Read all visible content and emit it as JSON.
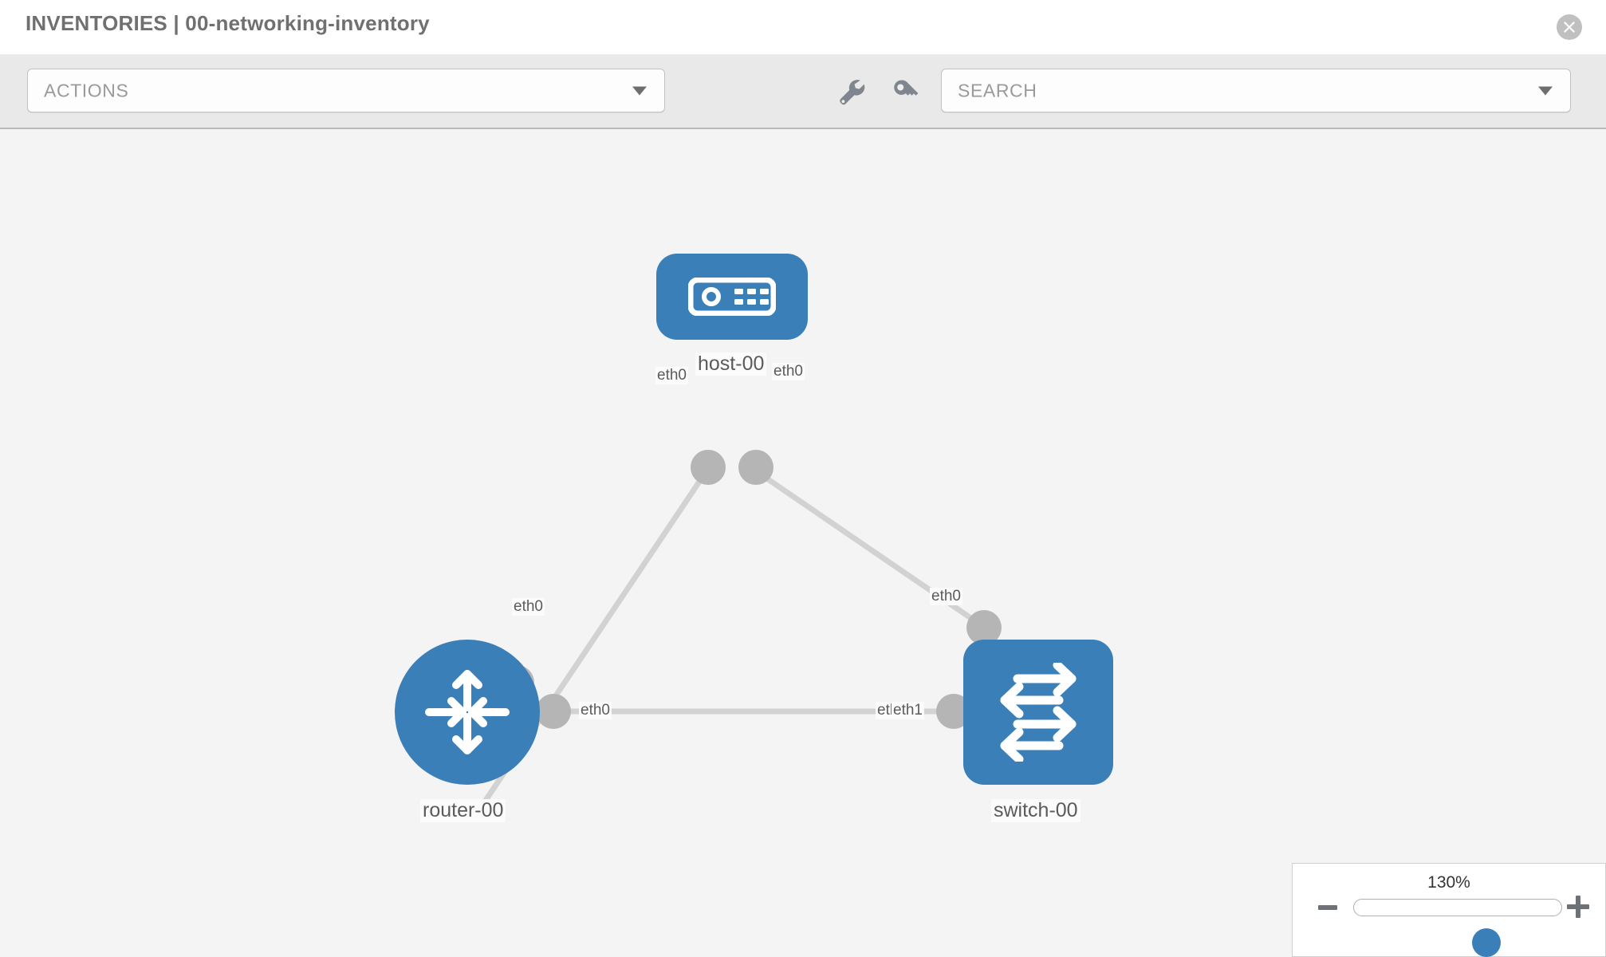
{
  "header": {
    "title": "INVENTORIES | 00-networking-inventory",
    "close_icon": "close-circle-icon"
  },
  "toolbar": {
    "actions_label": "ACTIONS",
    "search_label": "SEARCH",
    "wrench_icon": "wrench-icon",
    "key_icon": "key-icon",
    "caret_icon": "chevron-down-icon"
  },
  "topology": {
    "accent_color": "#3b7fb8",
    "link_color": "#d2d2d2",
    "endpoint_color": "#b5b5b5",
    "canvas_color": "#f4f4f4",
    "nodes": [
      {
        "id": "host-00",
        "label": "host-00",
        "type": "host",
        "icon": "server-icon"
      },
      {
        "id": "router-00",
        "label": "router-00",
        "type": "router",
        "icon": "router-arrows-icon"
      },
      {
        "id": "switch-00",
        "label": "switch-00",
        "type": "switch",
        "icon": "switch-arrows-icon"
      }
    ],
    "links": [
      {
        "from": "host-00",
        "to": "router-00",
        "from_label": "eth0",
        "to_label": "eth0"
      },
      {
        "from": "host-00",
        "to": "switch-00",
        "from_label": "eth0",
        "to_label": "eth0"
      },
      {
        "from": "router-00",
        "to": "switch-00",
        "from_label": "eth0",
        "to_label": "eth1"
      }
    ],
    "link_labels": {
      "host_left": "eth0",
      "host_right": "eth0",
      "router_up": "eth0",
      "switch_up": "eth0",
      "router_right": "eth0",
      "switch_left_overlap": "eth",
      "switch_left": "eth1"
    }
  },
  "zoom_control": {
    "value": "130%",
    "minus_label": "zoom-out",
    "plus_label": "zoom-in"
  }
}
